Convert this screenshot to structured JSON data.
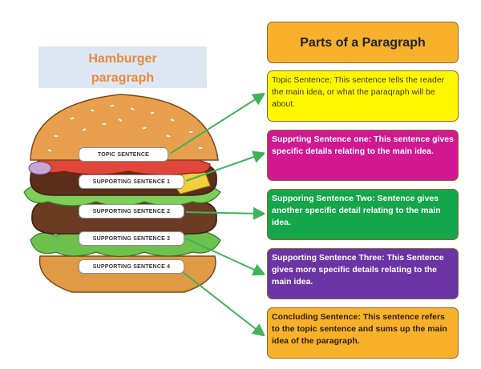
{
  "title": {
    "line1": "Hamburger",
    "line2": "paragraph"
  },
  "header": "Parts of a Paragraph",
  "cards": [
    {
      "id": "topic",
      "text": "Topic Sentence; This sentence tells the reader the main idea, or what the paraqraph will be about."
    },
    {
      "id": "s1",
      "text": "Supprting Sentence one: This sentence gives specific details relating to the main idea."
    },
    {
      "id": "s2",
      "text": "Supporing Sentence Two: Sentence gives another specific detail relating to the main idea."
    },
    {
      "id": "s3",
      "text": "Supporting Sentence Three: This Sentence gives more specific details relating to the main idea."
    },
    {
      "id": "conc",
      "text": "Concluding Sentence: This sentence refers to the topic sentence and sums up the main idea of the paragraph."
    }
  ],
  "labels": [
    "TOPIC SENTENCE",
    "SUPPORTING SENTENCE 1",
    "SUPPORTING SENTENCE 2",
    "SUPPORTING SENTENCE 3",
    "SUPPORTING SENTENCE 4"
  ],
  "colors": {
    "title_text": "#e98a3c",
    "title_box": "#dde7f3",
    "header": "#f7b12a",
    "topic": "#fff700",
    "s1": "#d11891",
    "s2": "#13a64a",
    "s3": "#6a34a4",
    "conclusion": "#f7b12a",
    "arrow": "#3fb25a"
  }
}
